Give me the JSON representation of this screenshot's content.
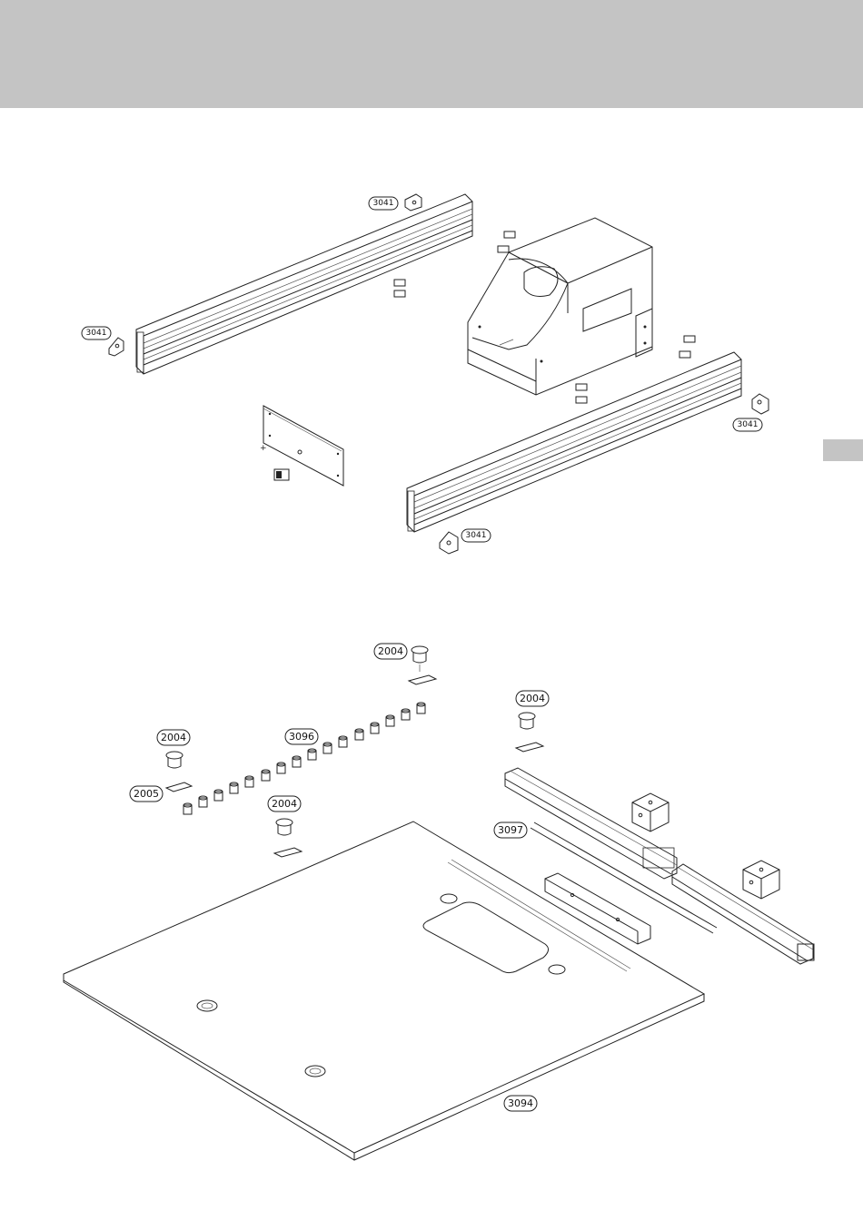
{
  "colors": {
    "band": "#c4c4c4",
    "line": "#222222",
    "paper": "#ffffff"
  },
  "callouts": {
    "c3041_top": "3041",
    "c3041_left": "3041",
    "c3041_right": "3041",
    "c3041_bottom": "3041",
    "c2004_top": "2004",
    "c2004_right": "2004",
    "c2004_left": "2004",
    "c2004_mid": "2004",
    "c2005": "2005",
    "c3096": "3096",
    "c3097": "3097",
    "c3094": "3094"
  }
}
